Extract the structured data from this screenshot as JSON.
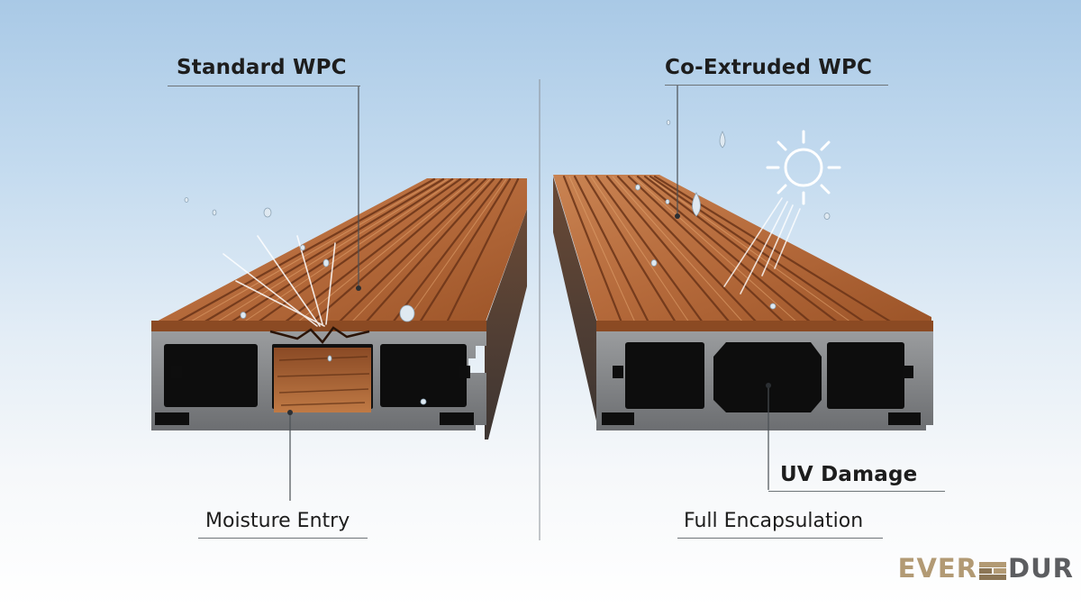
{
  "labels": {
    "standard_title": "Standard WPC",
    "coex_title": "Co-Extruded WPC",
    "moisture": "Moisture Entry",
    "uv": "UV Damage",
    "encapsulation": "Full Encapsulation"
  },
  "brand": {
    "left": "EVER",
    "right": "DUR",
    "colors": {
      "left": "#b29a74",
      "right": "#5c5d60"
    }
  },
  "icons": [
    "sun-icon",
    "water-droplet-icon",
    "crack-icon"
  ],
  "colors": {
    "wood": "#b06a3c",
    "wood_dark": "#7a3f1d",
    "profile_gray": "#7d7f82",
    "cavity": "#0c0c0c",
    "sky": "#a9c9e6"
  }
}
